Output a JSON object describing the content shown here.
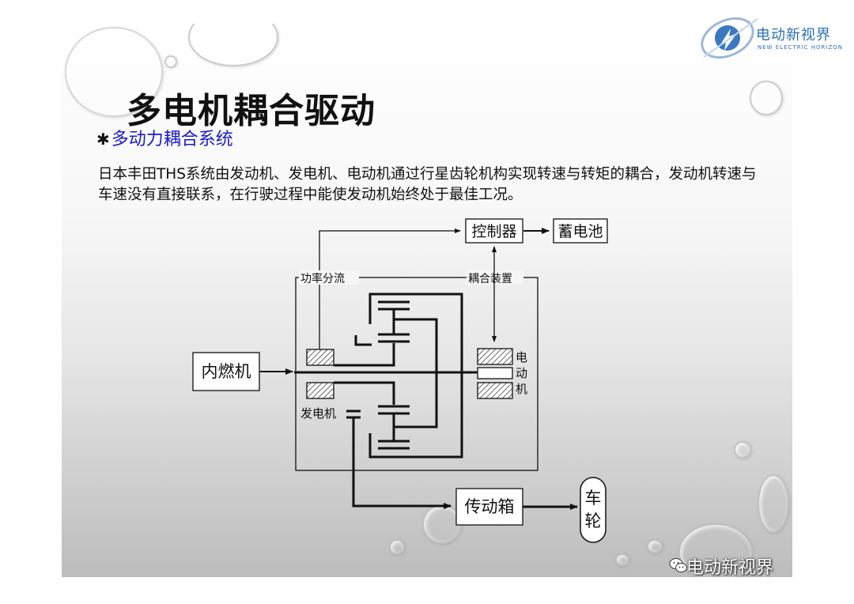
{
  "title": "多电机耦合驱动",
  "subtitle": {
    "bullet": "✱",
    "text": "多动力耦合系统"
  },
  "body_text": "日本丰田THS系统由发动机、发电机、电动机通过行星齿轮机构实现转速与转矩的耦合，发动机转速与车速没有直接联系，在行驶过程中能使发动机始终处于最佳工况。",
  "diagram": {
    "controller": "控制器",
    "battery": "蓄电池",
    "power_split": "功率分流",
    "coupling_device": "耦合装置",
    "engine": "内燃机",
    "generator": "发电机",
    "motor": [
      "电",
      "动",
      "机"
    ],
    "transmission": "传动箱",
    "wheel": [
      "车",
      "轮"
    ]
  },
  "logo": {
    "name": "电动新视界",
    "subtitle": "NEW ELECTRIC HORIZON"
  },
  "watermark": "电动新视界"
}
